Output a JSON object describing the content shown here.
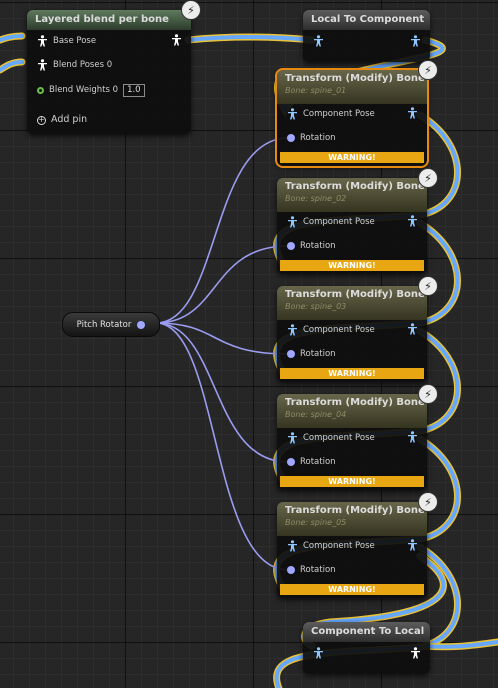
{
  "colors": {
    "pose_wire": "#66a8ff",
    "pose_wire_glow": "#e8c23a",
    "rotator_wire": "#9a9cf0",
    "warning": "#e8a612",
    "selection": "#e88a10"
  },
  "icons": {
    "pose": "person-icon",
    "event": "lightning-icon"
  },
  "blend_node": {
    "title": "Layered blend per bone",
    "pins": {
      "base_pose": "Base Pose",
      "blend_poses": "Blend Poses 0",
      "blend_weights": "Blend Weights 0",
      "blend_weights_value": "1.0",
      "add_pin": "Add pin"
    }
  },
  "local_to_component": {
    "title": "Local To Component"
  },
  "component_to_local": {
    "title": "Component To Local"
  },
  "pitch_rotator": {
    "label": "Pitch Rotator"
  },
  "transform_nodes": [
    {
      "title": "Transform (Modify) Bone",
      "bone": "Bone: spine_01",
      "component_pose": "Component Pose",
      "rotation": "Rotation",
      "warning": "WARNING!"
    },
    {
      "title": "Transform (Modify) Bone",
      "bone": "Bone: spine_02",
      "component_pose": "Component Pose",
      "rotation": "Rotation",
      "warning": "WARNING!"
    },
    {
      "title": "Transform (Modify) Bone",
      "bone": "Bone: spine_03",
      "component_pose": "Component Pose",
      "rotation": "Rotation",
      "warning": "WARNING!"
    },
    {
      "title": "Transform (Modify) Bone",
      "bone": "Bone: spine_04",
      "component_pose": "Component Pose",
      "rotation": "Rotation",
      "warning": "WARNING!"
    },
    {
      "title": "Transform (Modify) Bone",
      "bone": "Bone: spine_05",
      "component_pose": "Component Pose",
      "rotation": "Rotation",
      "warning": "WARNING!"
    }
  ]
}
